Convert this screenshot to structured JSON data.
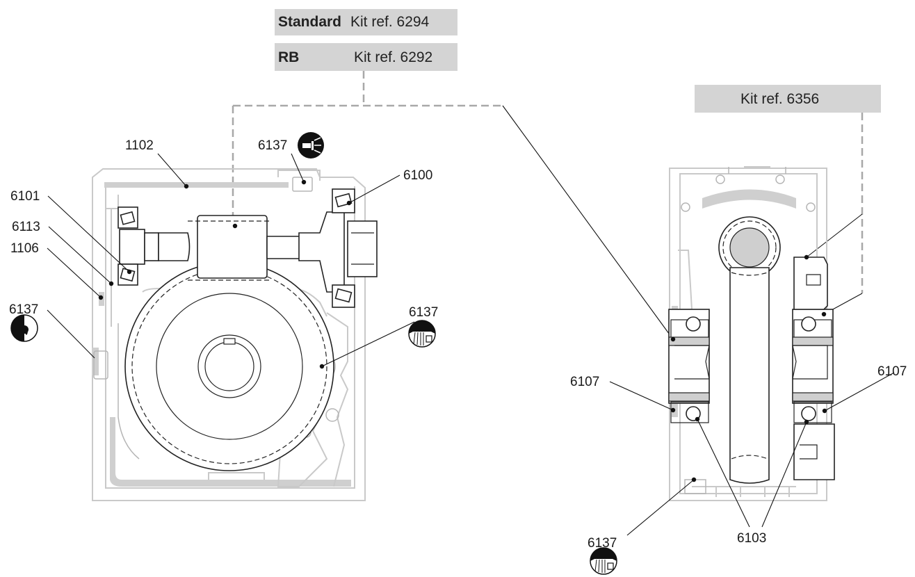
{
  "kits": {
    "standard": {
      "name": "Standard",
      "ref": "Kit ref. 6294"
    },
    "rb": {
      "name": "RB",
      "ref": "Kit ref. 6292"
    },
    "side": {
      "ref": "Kit ref. 6356"
    }
  },
  "labels": {
    "l1102": "1102",
    "l6137_top": "6137",
    "l6100": "6100",
    "l6101": "6101",
    "l6113": "6113",
    "l1106": "1106",
    "l6137_left": "6137",
    "l6137_right": "6137",
    "l6107_left": "6107",
    "l6107_right": "6107",
    "l6137_bottom": "6137",
    "l6103": "6103"
  },
  "icons": {
    "top": "fill-plug-icon",
    "left": "drain-plug-icon",
    "right": "vent-plug-icon",
    "bottom": "vent-plug-icon"
  }
}
